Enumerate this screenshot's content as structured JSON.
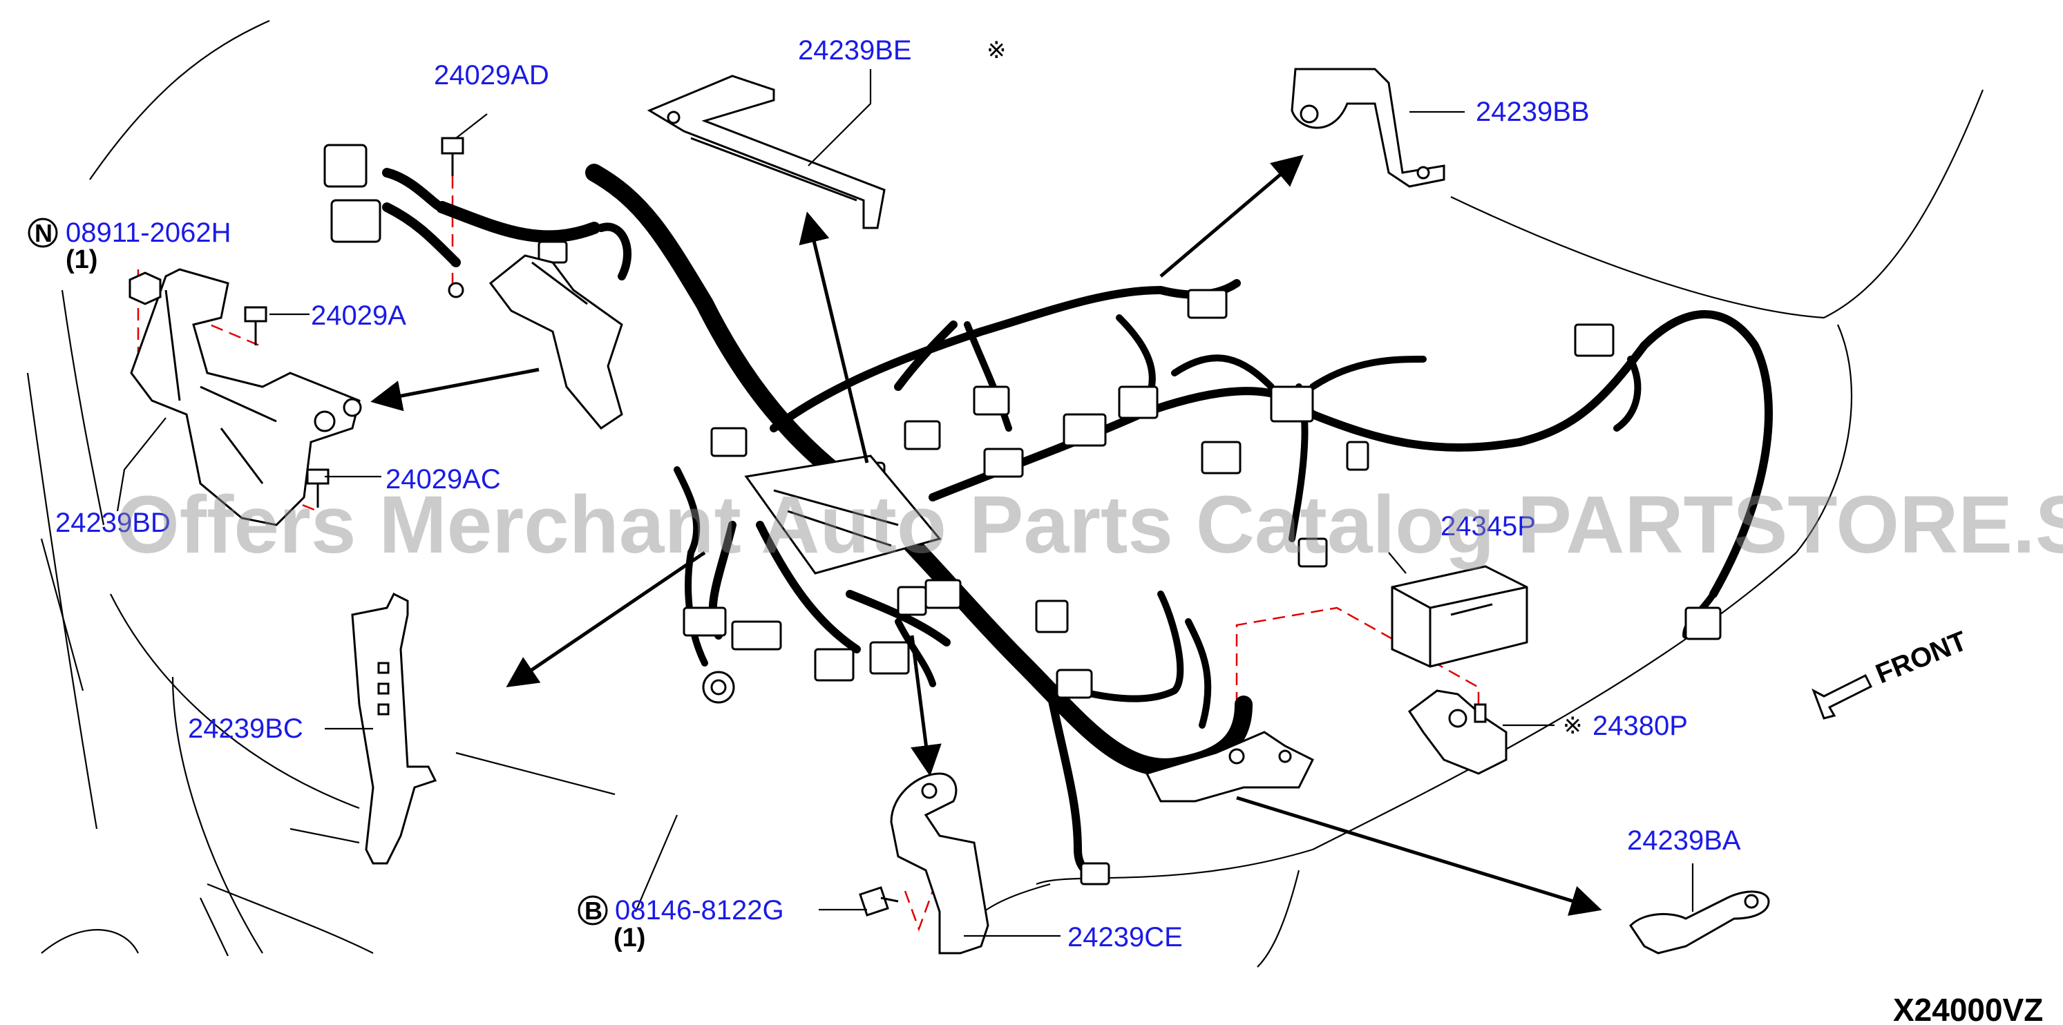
{
  "labels": {
    "p24029AD": "24029AD",
    "p24239BE": "24239BE",
    "p24239BB": "24239BB",
    "p08911": "08911-2062H",
    "p24029A": "24029A",
    "p24029AC": "24029AC",
    "p24239BD": "24239BD",
    "p24239BC": "24239BC",
    "p08146": "08146-8122G",
    "p24239CE": "24239CE",
    "p24380P": "24380P",
    "p24239BA": "24239BA",
    "p24345P": "24345P"
  },
  "quantities": {
    "q08911": "(1)",
    "q08146": "(1)"
  },
  "symbols": {
    "nut_letter": "N",
    "bolt_letter": "B",
    "reference_mark": "※"
  },
  "direction": {
    "front": "FRONT"
  },
  "diagram_code": "X24000VZ",
  "watermark": "Offers Merchant Auto Parts Catalog PARTSTORE.SA",
  "colors": {
    "label": "#1a1ae6",
    "hidden_line": "#e00000",
    "line": "#000000"
  }
}
